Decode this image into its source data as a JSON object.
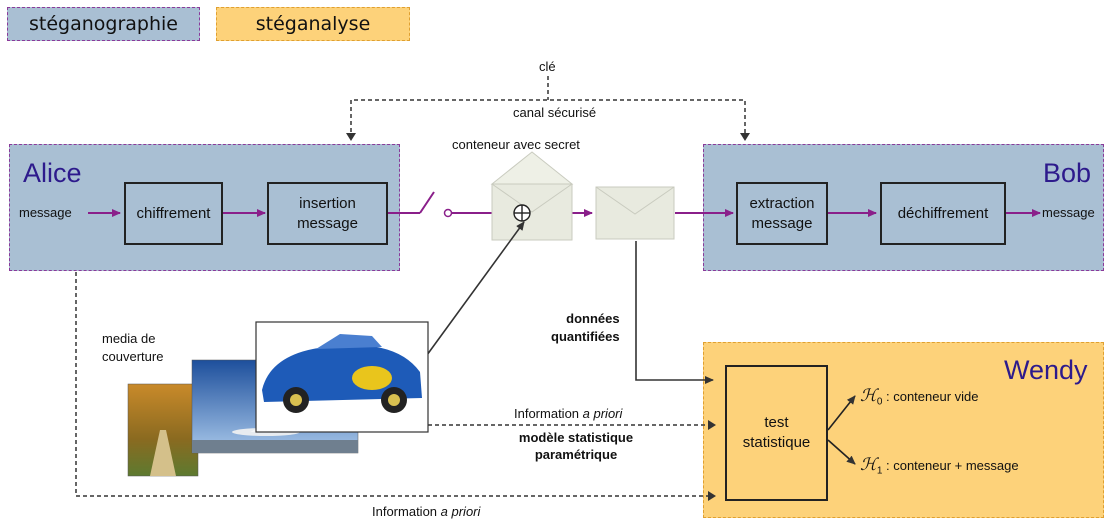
{
  "legend": {
    "stego": "stéganographie",
    "steganalysis": "stéganalyse"
  },
  "colors": {
    "stego_zone": "#a9bfd3",
    "steganalysis_zone": "#fdd27a",
    "arrow": "#8a1f8a",
    "actor_text": "#2d1a8c"
  },
  "key": {
    "label": "clé",
    "channel": "canal sécurisé"
  },
  "alice": {
    "name": "Alice",
    "input": "message",
    "encrypt": "chiffrement",
    "insert_line1": "insertion",
    "insert_line2": "message"
  },
  "container_label": "conteneur avec secret",
  "bob": {
    "name": "Bob",
    "extract_line1": "extraction",
    "extract_line2": "message",
    "decrypt": "déchiffrement",
    "output": "message"
  },
  "cover": {
    "line1": "media de",
    "line2": "couverture"
  },
  "quantized": {
    "line1": "données",
    "line2": "quantifiées"
  },
  "wendy": {
    "name": "Wendy",
    "test_line1": "test",
    "test_line2": "statistique",
    "h0_symbol": "ℋ",
    "h0_sub": "0",
    "h0_text": " : conteneur vide",
    "h1_symbol": "ℋ",
    "h1_sub": "1",
    "h1_text": " : conteneur + message"
  },
  "prior_mid": {
    "prefix": "Information ",
    "italic": "a priori"
  },
  "model": {
    "line1": "modèle statistique",
    "line2": "paramétrique"
  },
  "prior_bottom": {
    "prefix": "Information ",
    "italic": "a priori"
  }
}
